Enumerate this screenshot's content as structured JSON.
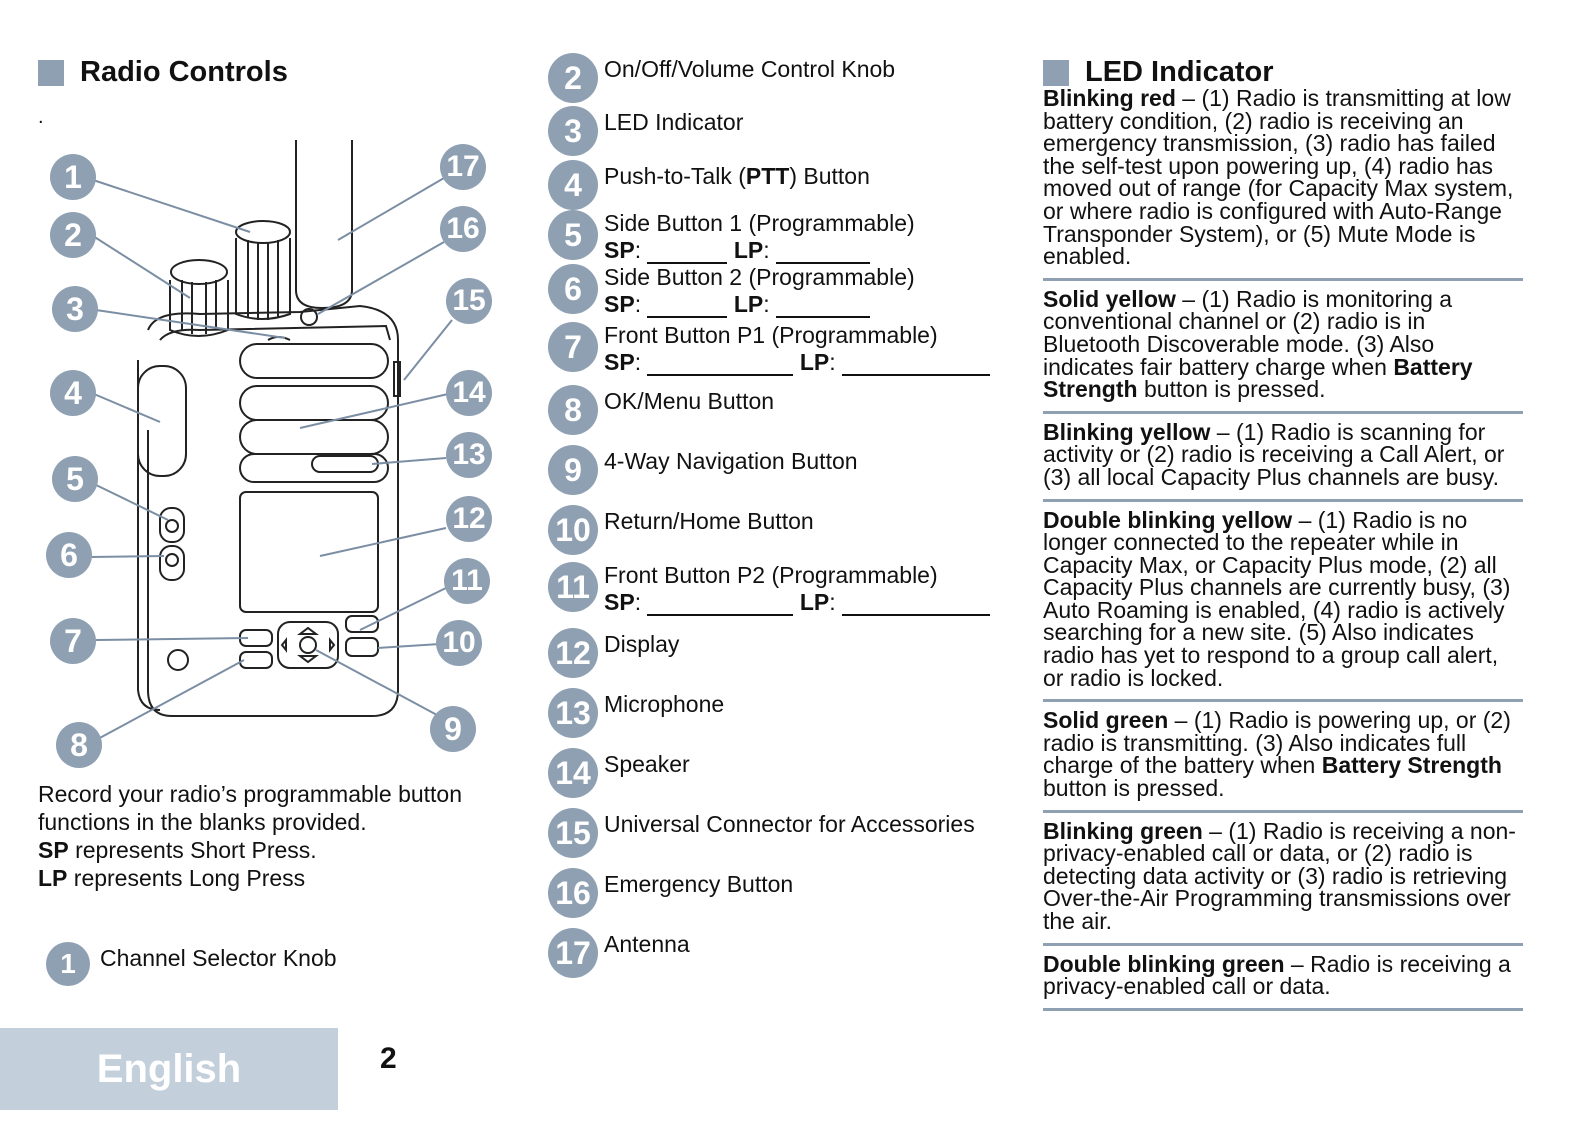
{
  "radio_controls": {
    "title": "Radio Controls",
    "dot": ".",
    "callouts": [
      "1",
      "2",
      "3",
      "4",
      "5",
      "6",
      "7",
      "8",
      "9",
      "10",
      "11",
      "12",
      "13",
      "14",
      "15",
      "16",
      "17"
    ],
    "record_text": {
      "line1": "Record your radio’s programmable button",
      "line2": "functions in the blanks provided.",
      "sp_abbr": "SP",
      "sp_text": " represents Short Press.",
      "lp_abbr": "LP",
      "lp_text": " represents Long Press"
    },
    "item1": {
      "num": "1",
      "label": "Channel Selector Knob"
    }
  },
  "controls": {
    "sp": "SP",
    "lp": "LP",
    "colon": ":",
    "items": [
      {
        "num": "2",
        "label": "On/Off/Volume Control Knob"
      },
      {
        "num": "3",
        "label": "LED Indicator"
      },
      {
        "num": "4",
        "label_pre": "Push-to-Talk (",
        "label_bold": "PTT",
        "label_post": ") Button"
      },
      {
        "num": "5",
        "label": "Side Button 1 (Programmable)"
      },
      {
        "num": "6",
        "label": "Side Button 2 (Programmable)"
      },
      {
        "num": "7",
        "label": "Front Button P1 (Programmable)"
      },
      {
        "num": "8",
        "label": "OK/Menu Button"
      },
      {
        "num": "9",
        "label": "4-Way Navigation Button"
      },
      {
        "num": "10",
        "label": "Return/Home Button"
      },
      {
        "num": "11",
        "label": "Front Button P2 (Programmable)"
      },
      {
        "num": "12",
        "label": "Display"
      },
      {
        "num": "13",
        "label": "Microphone"
      },
      {
        "num": "14",
        "label": "Speaker"
      },
      {
        "num": "15",
        "label": "Universal Connector for Accessories"
      },
      {
        "num": "16",
        "label": "Emergency Button"
      },
      {
        "num": "17",
        "label": "Antenna"
      }
    ]
  },
  "led": {
    "title": "LED Indicator",
    "entries": [
      {
        "term": "Blinking red",
        "text": " – (1) Radio is transmitting at low battery condition, (2) radio is receiving an emergency transmission, (3) radio has failed the self-test upon powering up, (4) radio has moved out of range (for Capacity Max system, or where radio is configured with Auto-Range Transponder System), or (5) Mute Mode is enabled."
      },
      {
        "term": "Solid yellow",
        "text": " – (1) Radio is monitoring a conventional channel or (2) radio is in Bluetooth Discoverable mode. (3) Also indicates fair battery charge when ",
        "bold2": "Battery Strength",
        "text2": " button is pressed."
      },
      {
        "term": "Blinking yellow",
        "text": " – (1) Radio is scanning for activity or (2) radio is receiving a Call Alert, or (3) all local Capacity Plus channels are busy."
      },
      {
        "term": "Double blinking yellow",
        "text": " – (1) Radio is no longer connected to the repeater while in Capacity Max, or Capacity Plus mode, (2) all Capacity Plus channels are currently busy, (3) Auto Roaming is enabled, (4) radio is actively searching for a new site. (5) Also indicates radio has yet to respond to a group call alert, or radio is locked."
      },
      {
        "term": "Solid green",
        "text": " – (1) Radio is powering up, or (2) radio is transmitting. (3) Also indicates full charge of the battery when ",
        "bold2": "Battery Strength",
        "text2": " button is pressed."
      },
      {
        "term": "Blinking green",
        "text": " – (1) Radio is receiving a non-privacy-enabled call or data, or (2) radio is detecting data activity or (3) radio is retrieving Over-the-Air Programming transmissions over the air."
      },
      {
        "term": "Double blinking green",
        "text": " – Radio is receiving a privacy-enabled call or data."
      }
    ]
  },
  "footer": {
    "language": "English",
    "page": "2"
  },
  "colors": {
    "accent": "#8ea0b2",
    "footer_tab": "#c3cfdb"
  }
}
